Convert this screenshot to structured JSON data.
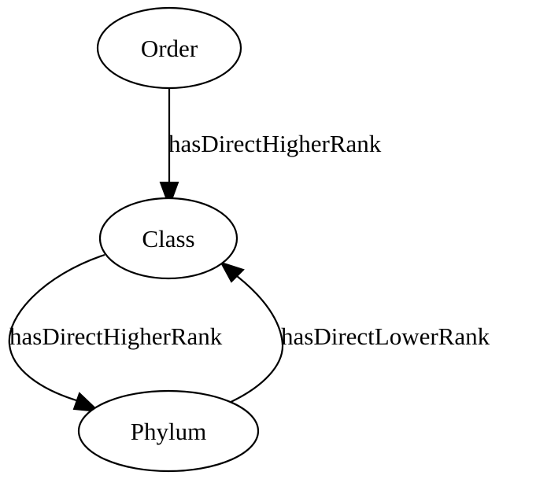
{
  "nodes": {
    "order": "Order",
    "class": "Class",
    "phylum": "Phylum"
  },
  "edges": {
    "order_to_class": "hasDirectHigherRank",
    "class_to_phylum": "hasDirectHigherRank",
    "phylum_to_class": "hasDirectLowerRank"
  }
}
